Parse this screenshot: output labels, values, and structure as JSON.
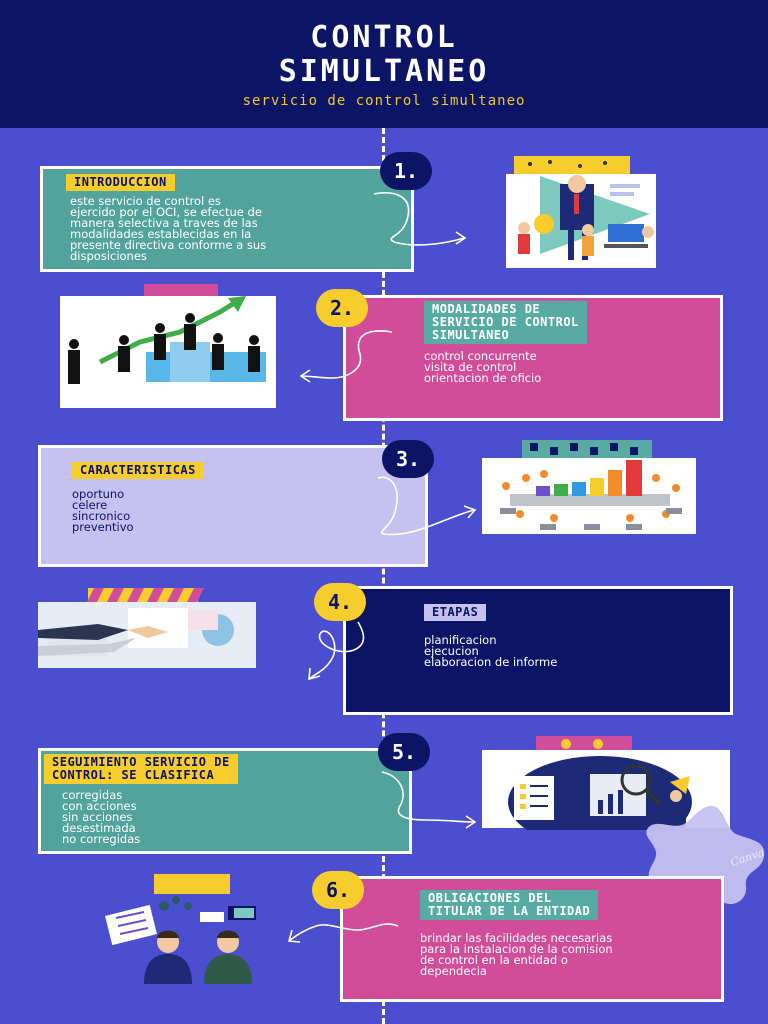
{
  "header": {
    "title_line1": "CONTROL",
    "title_line2": "SIMULTANEO",
    "subtitle": "servicio de control simultaneo"
  },
  "steps": [
    {
      "number": "1.",
      "label": "INTRODUCCION",
      "lines": [
        "este servicio de control es",
        "ejercido por el OCI, se efectue de",
        "manera selectiva a traves de las",
        "modalidades establecidas en la",
        "presente directiva conforme a sus",
        "disposiciones"
      ]
    },
    {
      "number": "2.",
      "label_lines": [
        "MODALIDADES DE",
        "SERVICIO DE CONTROL",
        "SIMULTANEO"
      ],
      "lines": [
        "control concurrente",
        "visita de control",
        "orientacion de oficio"
      ]
    },
    {
      "number": "3.",
      "label": "CARACTERISTICAS",
      "lines": [
        "oportuno",
        "celere",
        "sincronico",
        "preventivo"
      ]
    },
    {
      "number": "4.",
      "label": "ETAPAS",
      "lines": [
        "planificacion",
        "ejecucion",
        "elaboracion de informe"
      ]
    },
    {
      "number": "5.",
      "label_lines": [
        "SEGUIMIENTO SERVICIO DE",
        "CONTROL: SE CLASIFICA"
      ],
      "lines": [
        "corregidas",
        "con acciones",
        "sin acciones",
        "desestimada",
        "no corregidas"
      ]
    },
    {
      "number": "6.",
      "label_lines": [
        "OBLIGACIONES DEL",
        "TITULAR DE LA ENTIDAD"
      ],
      "lines": [
        "brindar las facilidades necesarias",
        "para la instalacion  de la comision",
        "de control en la entidad o",
        "dependecia"
      ]
    }
  ],
  "watermark": "Canva",
  "colors": {
    "background": "#4b4fcf",
    "header": "#0c1466",
    "teal": "#52a39b",
    "pink": "#d14d99",
    "lavender": "#c6c1f0",
    "navy": "#0c1466",
    "yellow": "#f6cd2c",
    "teal_label": "#58aba3"
  },
  "icons": [
    "arrow-icon",
    "people-presentation-illustration",
    "business-silhouettes-photo",
    "meeting-chart-illustration",
    "handshake-photo",
    "documents-magnifier-illustration",
    "two-men-talking-illustration"
  ]
}
